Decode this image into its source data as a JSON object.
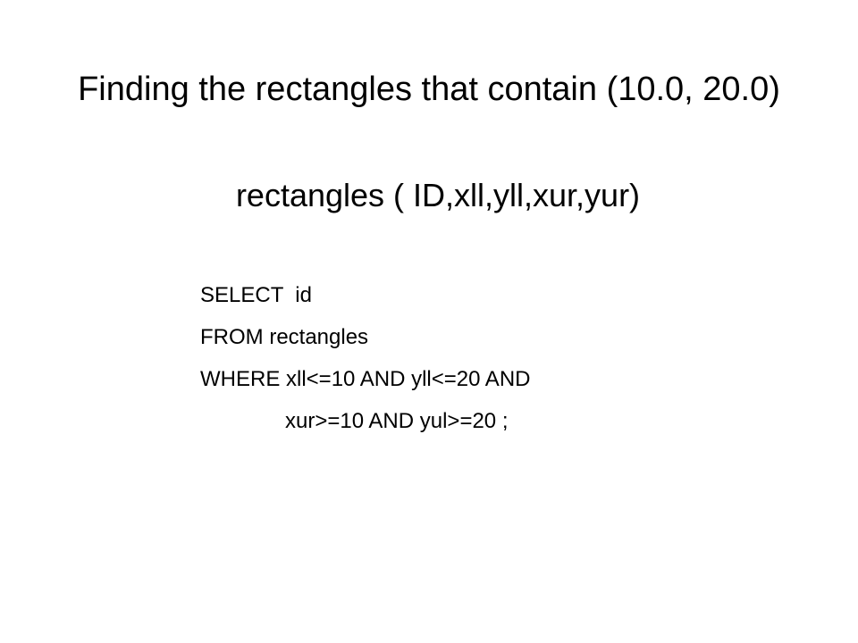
{
  "slide": {
    "title": "Finding the rectangles that contain (10.0, 20.0)",
    "schema": "rectangles ( ID,xll,yll,xur,yur)",
    "query": {
      "select_line": "SELECT  id",
      "from_line": "FROM rectangles",
      "where_line": "WHERE xll<=10 AND yll<=20 AND",
      "where_continuation": "xur>=10 AND yul>=20 ;"
    }
  }
}
